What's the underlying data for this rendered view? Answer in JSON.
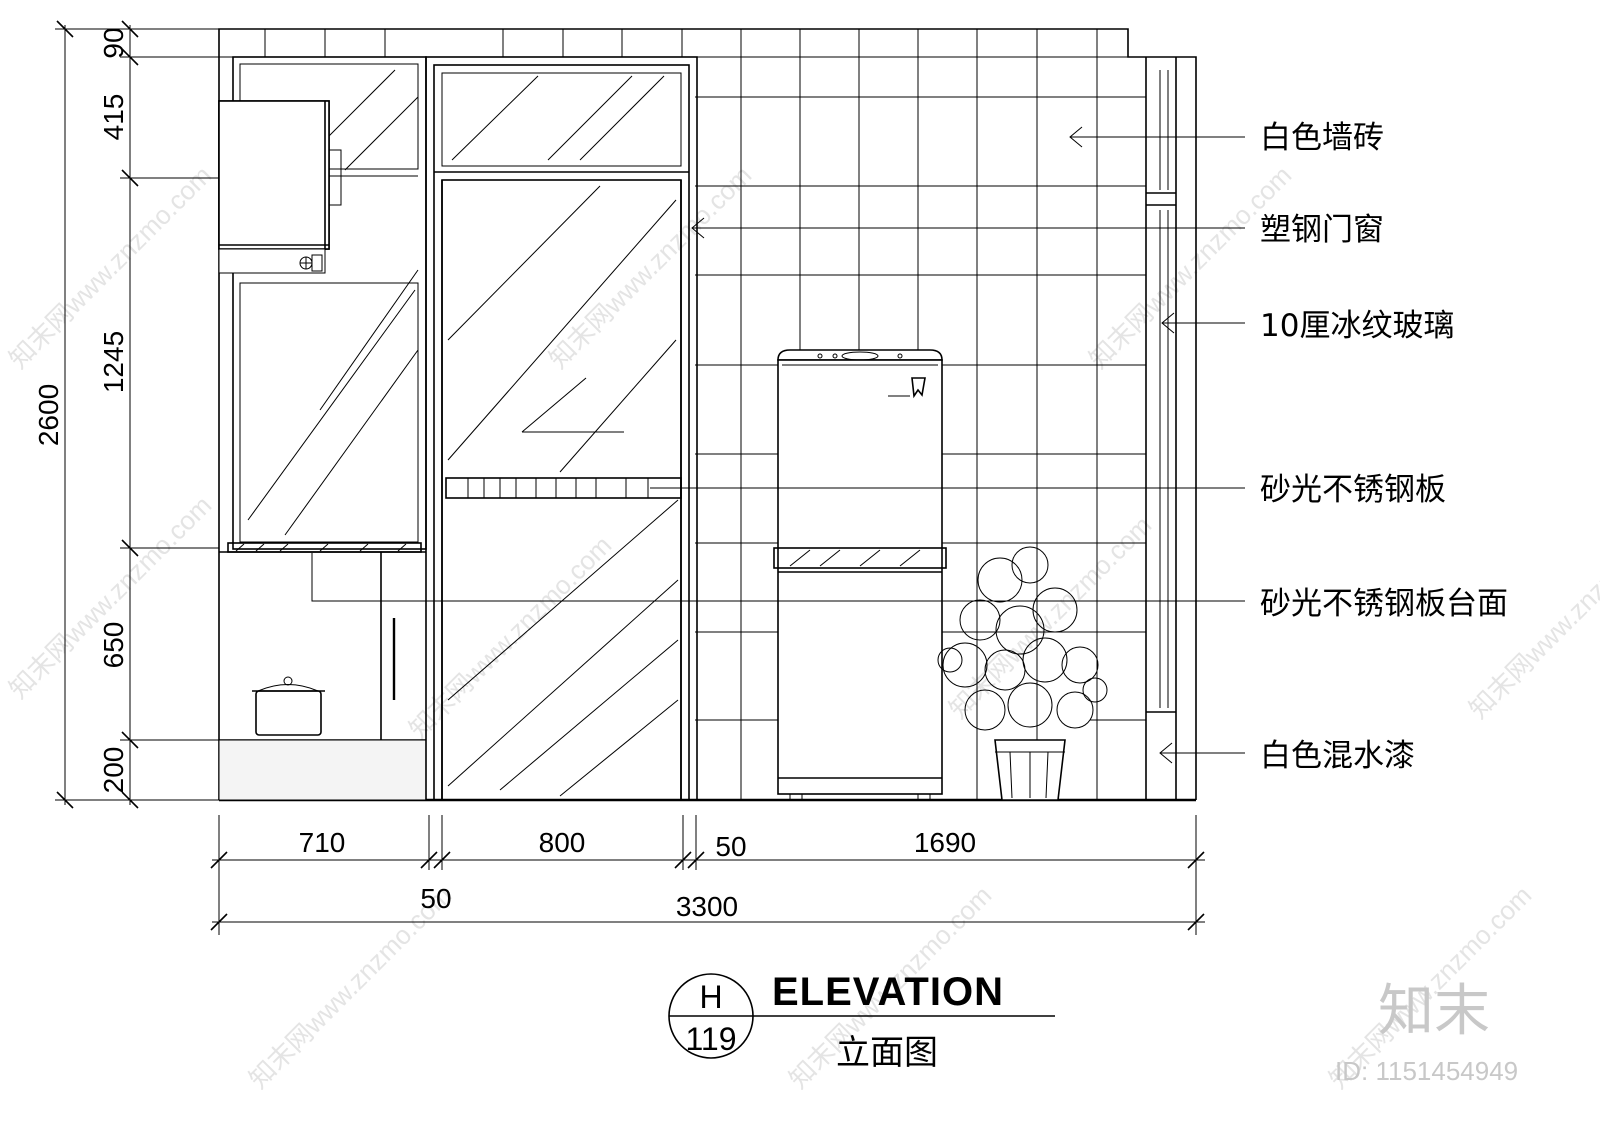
{
  "dimensions": {
    "vertical_total": "2600",
    "vertical": [
      "90",
      "415",
      "1245",
      "650",
      "200"
    ],
    "horizontal": [
      "710",
      "50",
      "800",
      "50",
      "1690"
    ],
    "horizontal_total": "3300"
  },
  "callouts": [
    {
      "id": "white-tile",
      "label": "白色墙砖"
    },
    {
      "id": "plastic-steel-door-window",
      "label": "塑钢门窗"
    },
    {
      "id": "ice-pattern-glass",
      "label": "10厘冰纹玻璃"
    },
    {
      "id": "brushed-steel-plate",
      "label": "砂光不锈钢板"
    },
    {
      "id": "brushed-steel-countertop",
      "label": "砂光不锈钢板台面"
    },
    {
      "id": "white-paint",
      "label": "白色混水漆"
    }
  ],
  "title": {
    "english": "ELEVATION",
    "chinese": "立面图",
    "badge_top": "H",
    "badge_bottom": "119"
  },
  "watermark": {
    "logo": "知末",
    "id_text": "ID: 1151454949",
    "diagonal": "知末网www.znzmo.com"
  }
}
